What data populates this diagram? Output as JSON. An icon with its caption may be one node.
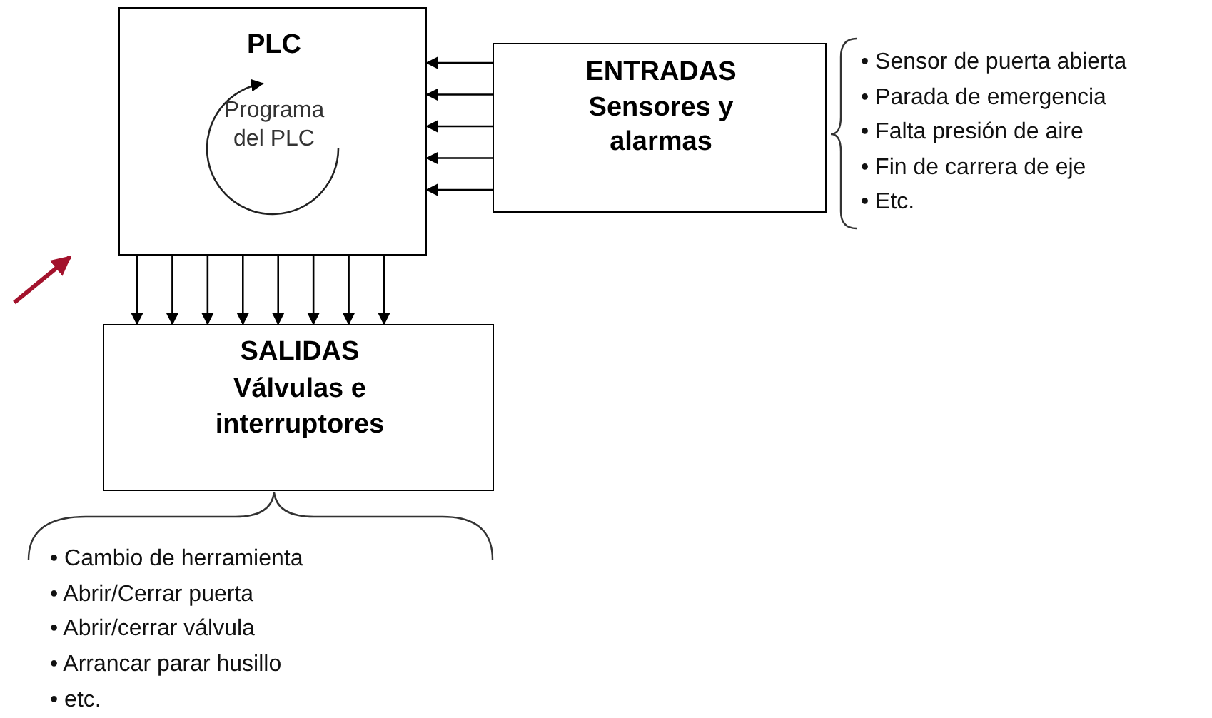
{
  "diagram": {
    "nodes": [
      {
        "text": [
          "PLC",
          "Programa del PLC"
        ]
      },
      {
        "text": [
          "ENTRADAS Sensores y alarmas"
        ],
        "beside": [
          "• Sensor de puerta abierta",
          "• Parada de emergencia",
          "• Falta presión de aire",
          "• Fin de carrera de eje",
          "• Etc."
        ]
      },
      {
        "text": [
          "SALIDAS Válvulas e interruptores"
        ],
        "beside": [
          "• Cambio de herramienta",
          "• Abrir/Cerrar puerta",
          "• Abrir/cerrar válvula",
          "• Arrancar parar husillo",
          "• etc."
        ]
      }
    ],
    "edges": [
      {
        "from": 1,
        "to": 0,
        "arrow": "to"
      },
      {
        "from": 1,
        "to": 0,
        "arrow": "to"
      },
      {
        "from": 1,
        "to": 0,
        "arrow": "to"
      },
      {
        "from": 1,
        "to": 0,
        "arrow": "to"
      },
      {
        "from": 1,
        "to": 0,
        "arrow": "to"
      },
      {
        "from": 0,
        "to": 2,
        "arrow": "to"
      },
      {
        "from": 0,
        "to": 2,
        "arrow": "to"
      },
      {
        "from": 0,
        "to": 2,
        "arrow": "to"
      },
      {
        "from": 0,
        "to": 2,
        "arrow": "to"
      },
      {
        "from": 0,
        "to": 2,
        "arrow": "to"
      },
      {
        "from": 0,
        "to": 2,
        "arrow": "to"
      },
      {
        "from": 0,
        "to": 2,
        "arrow": "to"
      },
      {
        "from": 0,
        "to": 2,
        "arrow": "to"
      },
      {
        "from": null,
        "to": 0,
        "arrow": "to",
        "style": "thick",
        "color": "#a3122c"
      }
    ]
  }
}
